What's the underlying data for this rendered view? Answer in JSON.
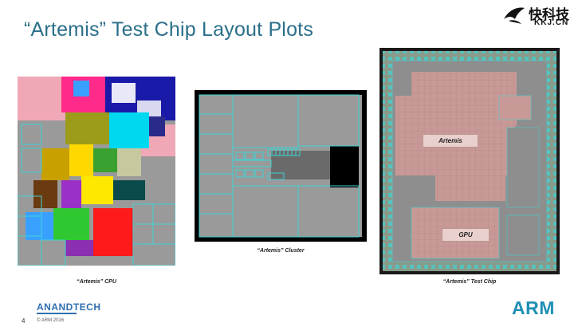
{
  "slide": {
    "title": "“Artemis” Test Chip Layout Plots",
    "page_number": "4",
    "copyright": "© ARM 2016",
    "publisher_logo": "ANANDTECH",
    "brand_logo": "ARM"
  },
  "watermark": {
    "name_cn": "快科技",
    "name_en": "KKJ.CN",
    "icon": "bird-icon"
  },
  "panels": [
    {
      "caption": "“Artemis” CPU"
    },
    {
      "caption": "“Artemis” Cluster"
    },
    {
      "caption": "“Artemis” Test Chip"
    }
  ],
  "chip_labels": {
    "artemis": "Artemis",
    "gpu": "GPU"
  },
  "colors": {
    "title": "#2a6f8a",
    "arm": "#1f8fb5",
    "anandtech": "#2f6fb0",
    "layout_gray": "#9a9a9a",
    "cell_border": "#3fd3d3",
    "chip_bg": "#c89996"
  }
}
